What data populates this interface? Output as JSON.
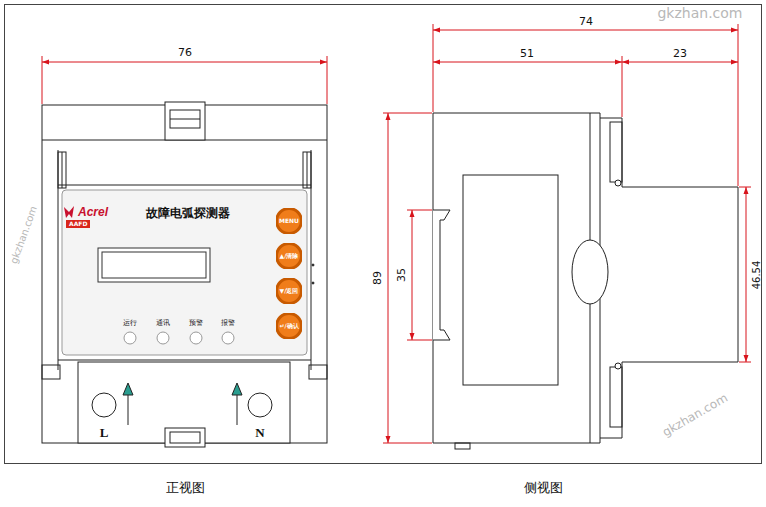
{
  "diagram": {
    "nodes": [
      {
        "text": [
          "AAFD"
        ]
      },
      {
        "text": [
          "MENU"
        ]
      },
      {
        "text": [
          "▲/清除"
        ]
      },
      {
        "text": [
          "▼/返回"
        ]
      },
      {
        "text": [
          "↵/确认"
        ]
      }
    ],
    "labels": [
      "76",
      "74",
      "51",
      "23",
      "89",
      "35",
      "46.54",
      "Acrel",
      "故障电弧探测器",
      "运行",
      "通讯",
      "预警",
      "报警",
      "L",
      "N",
      "正视图",
      "侧视图",
      "gkzhan.com",
      "gkzhan.com",
      "gkzhan.com"
    ]
  }
}
